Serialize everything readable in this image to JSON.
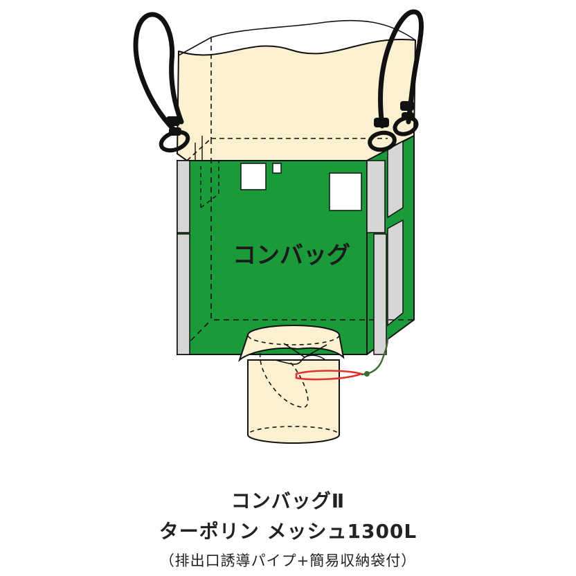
{
  "bag_label": "コンバッグ",
  "caption": {
    "line1": "コンバッグⅡ",
    "line2": "ターポリン メッシュ1300L",
    "line3": "（排出口誘導パイプ+簡易収納袋付）"
  },
  "colors": {
    "body_green": "#1a9a3b",
    "bag_cream": "#fbf0cf",
    "belt_gray": "#d6d6d6",
    "outline": "#111111",
    "tie_red": "#e53030",
    "cord_green": "#3f6b33"
  }
}
